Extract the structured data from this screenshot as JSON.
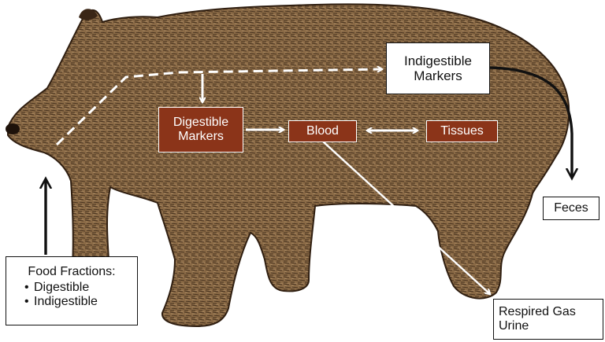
{
  "colors": {
    "bear_dark": "#3a2616",
    "bear_mid": "#6b4a2c",
    "bear_light": "#a37f57",
    "box_fill_red": "#8b3419",
    "arrow_white": "#ffffff",
    "arrow_black": "#111111"
  },
  "labels": {
    "food_title": "Food Fractions:",
    "food_items": [
      "Digestible",
      "Indigestible"
    ],
    "indigestible_markers": [
      "Indigestible",
      "Markers"
    ],
    "digestible_markers": [
      "Digestible",
      "Markers"
    ],
    "blood": "Blood",
    "tissues": "Tissues",
    "feces": "Feces",
    "respired": [
      "Respired Gas",
      "Urine"
    ]
  }
}
